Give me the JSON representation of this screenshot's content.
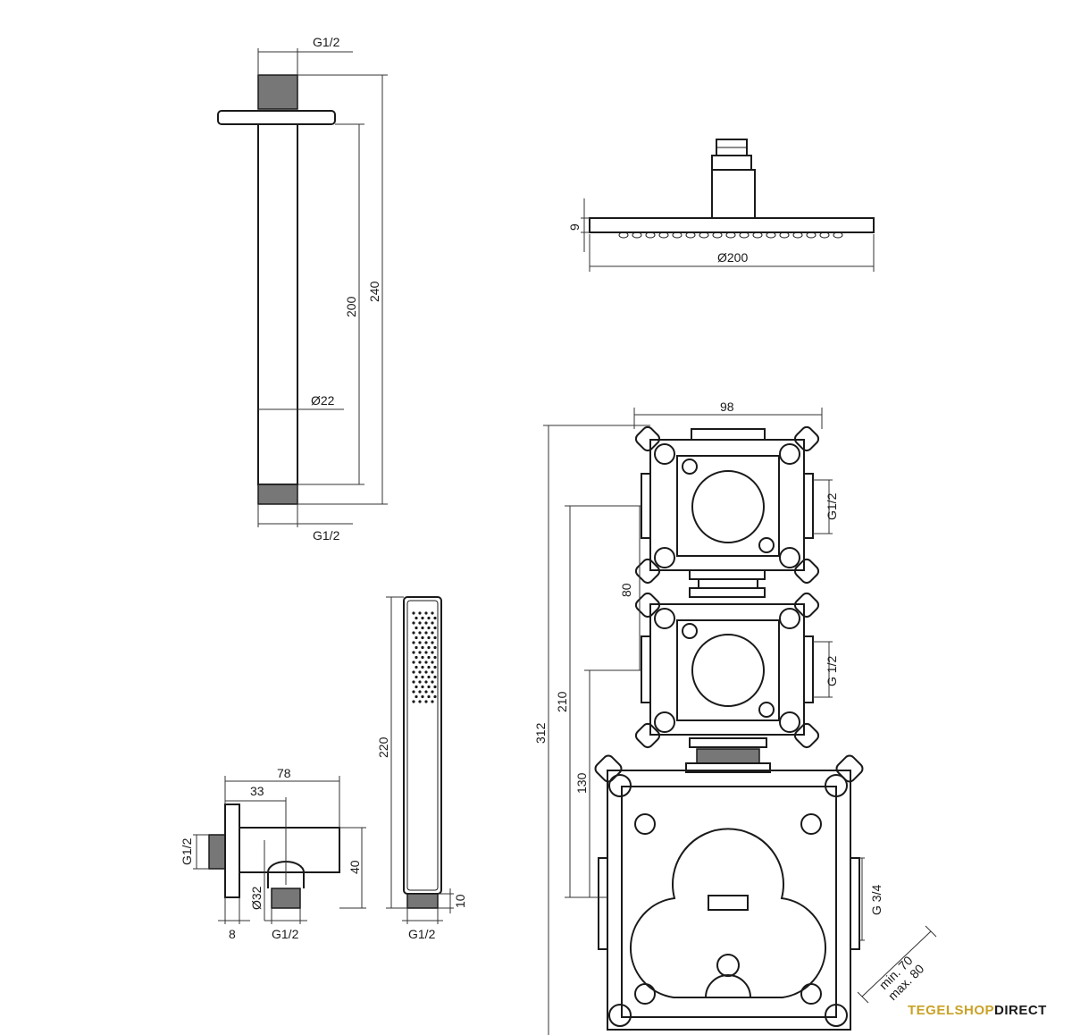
{
  "labels": {
    "arm_top_thread": "G1/2",
    "arm_bottom_thread": "G1/2",
    "arm_length": "200",
    "arm_total": "240",
    "arm_diameter": "Ø22",
    "head_height": "9",
    "head_diameter": "Ø200",
    "box_width": "98",
    "box_height_total": "312",
    "box_h1": "210",
    "box_h2": "130",
    "box_spacing": "80",
    "box_outlet_1": "G1/2",
    "box_outlet_2": "G 1/2",
    "box_inlet": "G 3/4",
    "depth_min": "min. 70",
    "depth_max": "max. 80",
    "elbow_length": "78",
    "elbow_offset": "33",
    "elbow_height": "40",
    "elbow_thread_left": "G1/2",
    "elbow_diameter": "Ø32",
    "elbow_flange": "8",
    "elbow_thread_bottom": "G1/2",
    "hand_length": "220",
    "hand_tail": "10",
    "hand_thread": "G1/2"
  },
  "brand": {
    "part1": "TEGELSHOP",
    "part2": "DIRECT"
  }
}
